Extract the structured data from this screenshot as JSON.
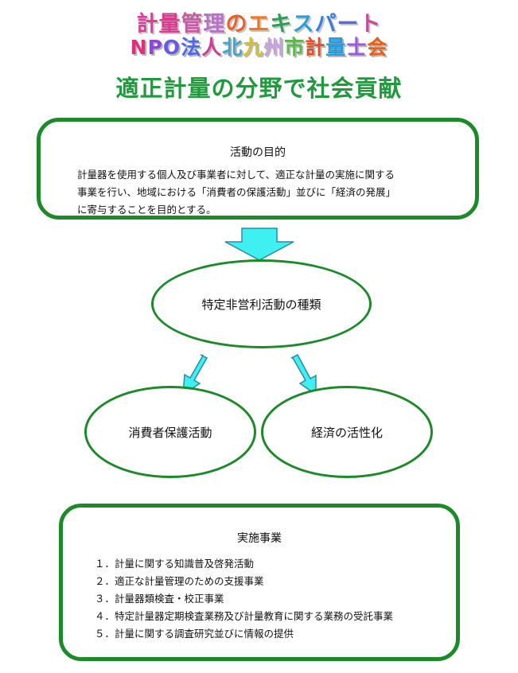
{
  "logo": {
    "line1_chars": [
      {
        "ch": "計",
        "color": "#e23aa0"
      },
      {
        "ch": "量",
        "color": "#d83c8e"
      },
      {
        "ch": "管",
        "color": "#c85aa6"
      },
      {
        "ch": "理",
        "color": "#b673c4"
      },
      {
        "ch": "の",
        "color": "#e8602a"
      },
      {
        "ch": "エ",
        "color": "#f07a1a"
      },
      {
        "ch": "キ",
        "color": "#28a050"
      },
      {
        "ch": "ス",
        "color": "#2c9ed8"
      },
      {
        "ch": "パ",
        "color": "#3c7ee0"
      },
      {
        "ch": "ー",
        "color": "#5a6ad8"
      },
      {
        "ch": "ト",
        "color": "#c84a9a"
      }
    ],
    "line2_chars": [
      {
        "ch": "N",
        "color": "#e0307a"
      },
      {
        "ch": "P",
        "color": "#8a4ad0"
      },
      {
        "ch": "O",
        "color": "#6a5ae0"
      },
      {
        "ch": "法",
        "color": "#4a6ae8"
      },
      {
        "ch": "人",
        "color": "#d03a9a"
      },
      {
        "ch": "北",
        "color": "#3aa8d0"
      },
      {
        "ch": "九",
        "color": "#d8c020"
      },
      {
        "ch": "州",
        "color": "#c8a0e0"
      },
      {
        "ch": "市",
        "color": "#5ab84a"
      },
      {
        "ch": "計",
        "color": "#e0502a"
      },
      {
        "ch": "量",
        "color": "#2a9ad8"
      },
      {
        "ch": "士",
        "color": "#9a5ad8"
      },
      {
        "ch": "会",
        "color": "#e8601a"
      }
    ]
  },
  "headline": "適正計量の分野で社会貢献",
  "purpose": {
    "title": "活動の目的",
    "lines": [
      "計量器を使用する個人及び事業者に対して、適正な計量の実施に関する",
      "事業を行い、地域における「消費者の保護活動」並びに「経済の発展」",
      "に寄与することを目的とする。"
    ]
  },
  "npo_types": "特定非営利活動の種類",
  "categories": {
    "consumer": "消費者保護活動",
    "economy": "経済の活性化"
  },
  "projects": {
    "title": "実施事業",
    "items": [
      "１．計量に関する知識普及啓発活動",
      "２．適正な計量管理のための支援事業",
      "３．計量器類検査・校正事業",
      "４．特定計量器定期検査業務及び計量教育に関する業務の受託事業",
      "５．計量に関する調査研究並びに情報の提供"
    ]
  },
  "colors": {
    "headline": "#1f9a3c",
    "frame_green": "#1d8a2a",
    "arrow_fill": "#3ef0f0",
    "arrow_stroke": "#2a8aa8"
  }
}
